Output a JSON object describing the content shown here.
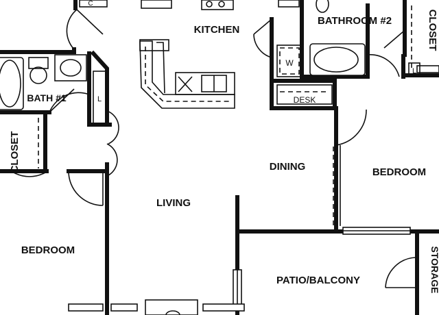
{
  "rooms": {
    "kitchen": "KITCHEN",
    "bathroom2": "BATHROOM #2",
    "closet_right": "CLOSET",
    "bath1": "BATH #1",
    "closet_left": "CLOSET",
    "dining": "DINING",
    "bedroom_right": "BEDROOM",
    "living": "LIVING",
    "bedroom_left": "BEDROOM",
    "patio": "PATIO/BALCONY",
    "storage": "STORAGE"
  },
  "fixtures": {
    "desk": "DESK",
    "washer": "W",
    "linen_right": "L",
    "linen_bath1": "L",
    "linen_top": "C"
  }
}
